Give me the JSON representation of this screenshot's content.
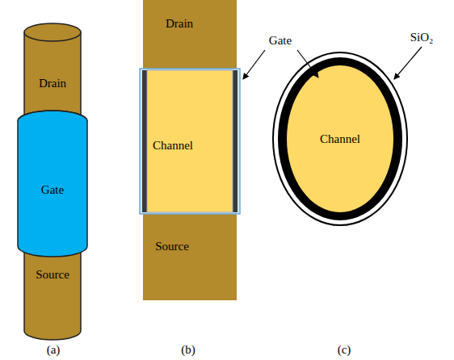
{
  "diagram": {
    "nodes": [
      {
        "text": [
          "Drain"
        ]
      },
      {
        "text": [
          "Gate"
        ]
      },
      {
        "text": [
          "Source"
        ]
      },
      {
        "text": [
          "Drain"
        ]
      },
      {
        "text": [
          "Channel"
        ]
      },
      {
        "text": [
          "Source"
        ]
      },
      {
        "text": [
          "Channel"
        ]
      }
    ],
    "labels": [
      "Gate",
      "SiO₂",
      "(a)",
      "(b)",
      "(c)"
    ]
  }
}
